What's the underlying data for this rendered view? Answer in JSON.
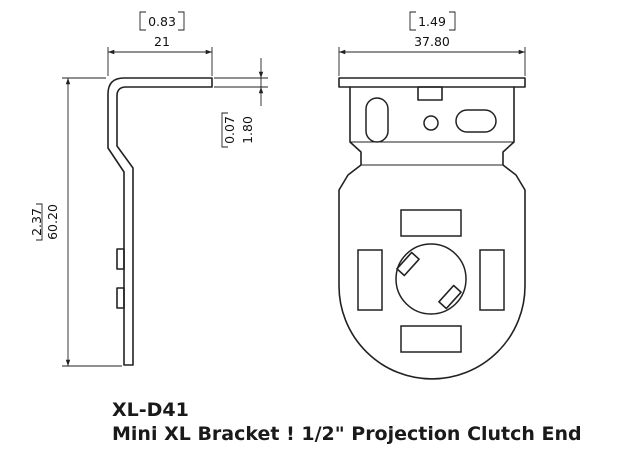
{
  "side_view": {
    "width_in": "0.83",
    "width_mm": "21",
    "height_in": "2.37",
    "height_mm": "60.20",
    "thickness_in": "0.07",
    "thickness_mm": "1.80"
  },
  "front_view": {
    "width_in": "1.49",
    "width_mm": "37.80"
  },
  "title": {
    "model": "XL-D41",
    "description": "Mini XL Bracket ! 1/2\" Projection Clutch End"
  }
}
